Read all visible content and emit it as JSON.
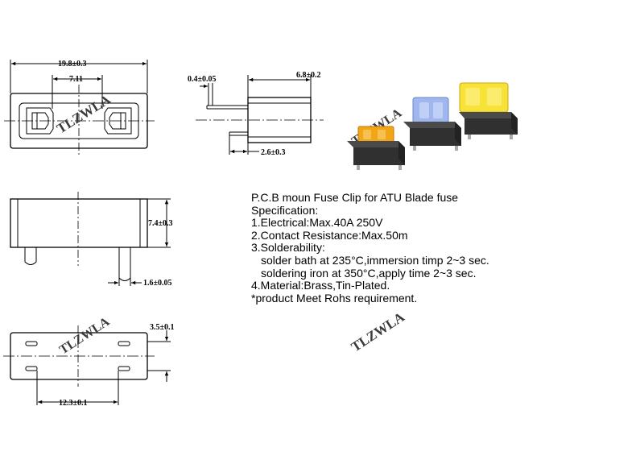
{
  "dimensions": {
    "top_width": "19.8±0.3",
    "top_inner": "7.11",
    "side_pin": "0.4±0.05",
    "side_width": "6.8±0.2",
    "side_pitch": "2.6±0.3",
    "front_height": "7.4±0.3",
    "front_pin": "1.6±0.05",
    "bottom_height": "3.5±0.1",
    "bottom_pitch": "12.3±0.1"
  },
  "watermark": "TLZWLA",
  "spec": {
    "title": "P.C.B moun Fuse Clip for ATU Blade fuse",
    "heading": "Specification:",
    "electrical": "1.Electrical:Max.40A 250V",
    "contact": "2.Contact Resistance:Max.50m",
    "solderability": "3.Solderability:",
    "solder_bath": "solder bath at 235°C,immersion timp 2~3 sec.",
    "solder_iron": "soldering iron at 350°C,apply time 2~3 sec.",
    "material": "4.Material:Brass,Tin-Plated.",
    "rohs": "*product Meet Rohs requirement."
  },
  "colors": {
    "fuse_orange": "#f2a516",
    "fuse_blue": "#9fb6ee",
    "fuse_yellow": "#f7e338",
    "holder_body": "#303030"
  }
}
